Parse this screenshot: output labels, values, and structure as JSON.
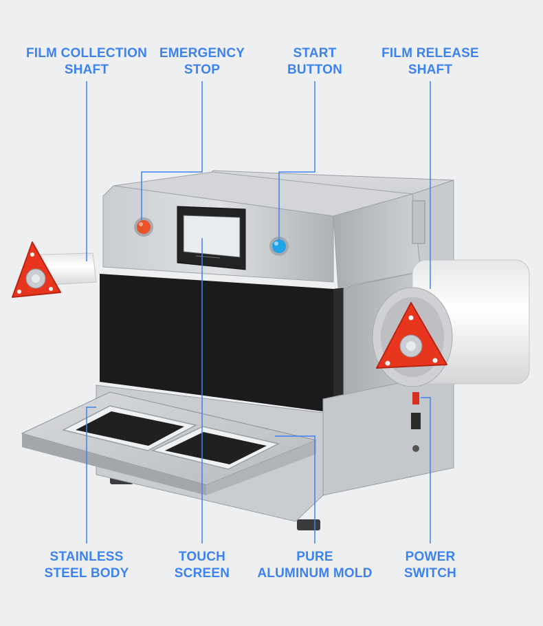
{
  "labels": {
    "film_collection_shaft": [
      "FILM COLLECTION",
      "SHAFT"
    ],
    "emergency_stop": [
      "EMERGENCY",
      "STOP"
    ],
    "start_button": [
      "START",
      "BUTTON"
    ],
    "film_release_shaft": [
      "FILM RELEASE",
      "SHAFT"
    ],
    "stainless_steel_body": [
      "STAINLESS",
      "STEEL BODY"
    ],
    "touch_screen": [
      "TOUCH",
      "SCREEN"
    ],
    "pure_aluminum_mold": [
      "PURE",
      "ALUMINUM MOLD"
    ],
    "power_switch": [
      "POWER",
      "SWITCH"
    ]
  },
  "colors": {
    "label": "#3d82f2",
    "leader_line": "#3d82f2",
    "emergency_button": "#e8532a",
    "start_button": "#1fa4e8",
    "film_chuck": "#e8361e",
    "steel": "#b9bcc0",
    "panel_black": "#1b1b1d"
  },
  "icons": {
    "emergency": "red-round-button-icon",
    "start": "blue-round-button-icon",
    "chuck": "red-triangle-chuck-icon"
  }
}
